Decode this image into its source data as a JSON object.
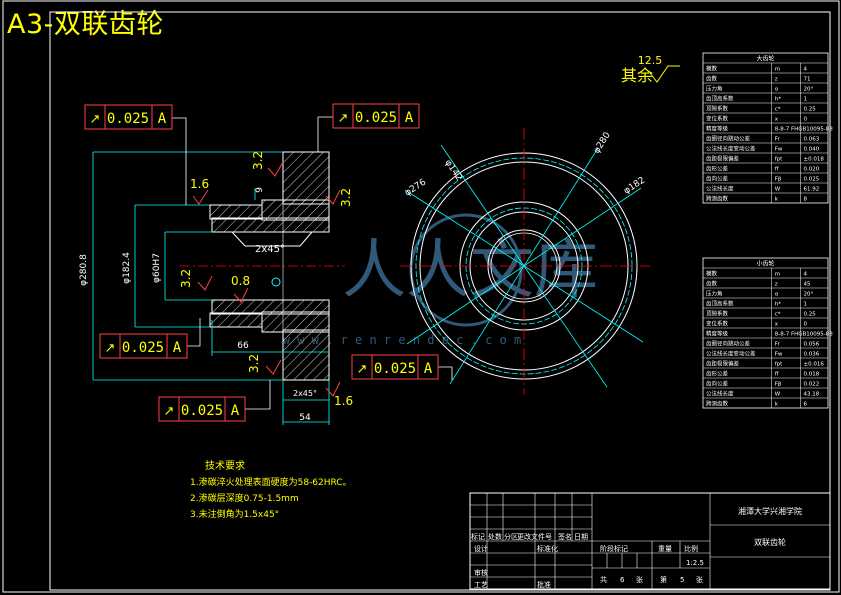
{
  "title": "A3-双联齿轮",
  "colors": {
    "background": "#000000",
    "frame": "#ffffff",
    "geometry": "#ffffff",
    "dimension": "#00ffff",
    "tolerance": "#ff4040",
    "text": "#ffff00",
    "center_line": "#ff0000",
    "watermark": "#5aa0d8"
  },
  "surface": {
    "value": "12.5",
    "label": "其余"
  },
  "tolerance_frames": [
    {
      "symbol": "↗",
      "value": "0.025",
      "datum": "A"
    },
    {
      "symbol": "↗",
      "value": "0.025",
      "datum": "A"
    },
    {
      "symbol": "↗",
      "value": "0.025",
      "datum": "A"
    },
    {
      "symbol": "↗",
      "value": "0.025",
      "datum": "A"
    },
    {
      "symbol": "↗",
      "value": "0.025",
      "datum": "A"
    }
  ],
  "roughness": [
    "1.6",
    "3.2",
    "3.2",
    "3.2",
    "0.8",
    "3.2",
    "1.6"
  ],
  "dimensions": {
    "outer": "φ280.8",
    "hub": "φ182.4",
    "bore": "φ60H7",
    "chamfer1": "2x45°",
    "chamfer2": "2x45°",
    "small": "9",
    "length1": "66",
    "length2": "54"
  },
  "circle_dims": [
    "φ280",
    "φ276",
    "φ142",
    "φ182"
  ],
  "watermark": {
    "text": "人人文库",
    "url": "w w w . r e n r e n d o c . c o m"
  },
  "tech_req": {
    "title": "技术要求",
    "items": [
      "1.渗碳淬火处理表面硬度为58-62HRC。",
      "2.渗碳层深度0.75-1.5mm",
      "3.未注倒角为1.5x45°"
    ]
  },
  "table1": {
    "title": "大齿轮",
    "rows": [
      [
        "模数",
        "m",
        "4"
      ],
      [
        "齿数",
        "z",
        "71"
      ],
      [
        "压力角",
        "α",
        "20°"
      ],
      [
        "齿顶高系数",
        "h*",
        "1"
      ],
      [
        "顶隙系数",
        "c*",
        "0.25"
      ],
      [
        "变位系数",
        "x",
        "0"
      ],
      [
        "精度等级",
        "8-8-7 FHGB10095-88",
        ""
      ],
      [
        "齿圈径向跳动公差",
        "Fr",
        "0.063"
      ],
      [
        "公法线长度变动公差",
        "Fw",
        "0.040"
      ],
      [
        "齿距极限偏差",
        "fpt",
        "±0.018"
      ],
      [
        "齿形公差",
        "ff",
        "0.020"
      ],
      [
        "齿向公差",
        "Fβ",
        "0.025"
      ],
      [
        "公法线长度",
        "W",
        "61.92"
      ],
      [
        "跨测齿数",
        "k",
        "8"
      ]
    ]
  },
  "table2": {
    "title": "小齿轮",
    "rows": [
      [
        "模数",
        "m",
        "4"
      ],
      [
        "齿数",
        "z",
        "45"
      ],
      [
        "压力角",
        "α",
        "20°"
      ],
      [
        "齿顶高系数",
        "h*",
        "1"
      ],
      [
        "顶隙系数",
        "c*",
        "0.25"
      ],
      [
        "变位系数",
        "x",
        "0"
      ],
      [
        "精度等级",
        "8-8-7 FHGB10095-88",
        ""
      ],
      [
        "齿圈径向跳动公差",
        "Fr",
        "0.056"
      ],
      [
        "公法线长度变动公差",
        "Fw",
        "0.036"
      ],
      [
        "齿距极限偏差",
        "fpt",
        "±0.016"
      ],
      [
        "齿形公差",
        "ff",
        "0.018"
      ],
      [
        "齿向公差",
        "Fβ",
        "0.022"
      ],
      [
        "公法线长度",
        "W",
        "43.18"
      ],
      [
        "跨测齿数",
        "k",
        "6"
      ]
    ]
  },
  "title_block": {
    "school": "湘潭大学兴湘学院",
    "part": "双联齿轮",
    "labels": {
      "mark": "标记",
      "count": "处数",
      "zone": "分区",
      "doc": "更改文件号",
      "sign": "签名",
      "date": "日期",
      "design": "设计",
      "std": "标准化",
      "check": "审核",
      "craft": "工艺",
      "approve": "批准",
      "stage": "阶段标记",
      "weight": "重量",
      "scale": "比例",
      "total_pre": "共",
      "total_post": "张",
      "sheet_pre": "第",
      "sheet_post": "张"
    },
    "scale": "1:2.5",
    "total": "6",
    "sheet": "5"
  }
}
